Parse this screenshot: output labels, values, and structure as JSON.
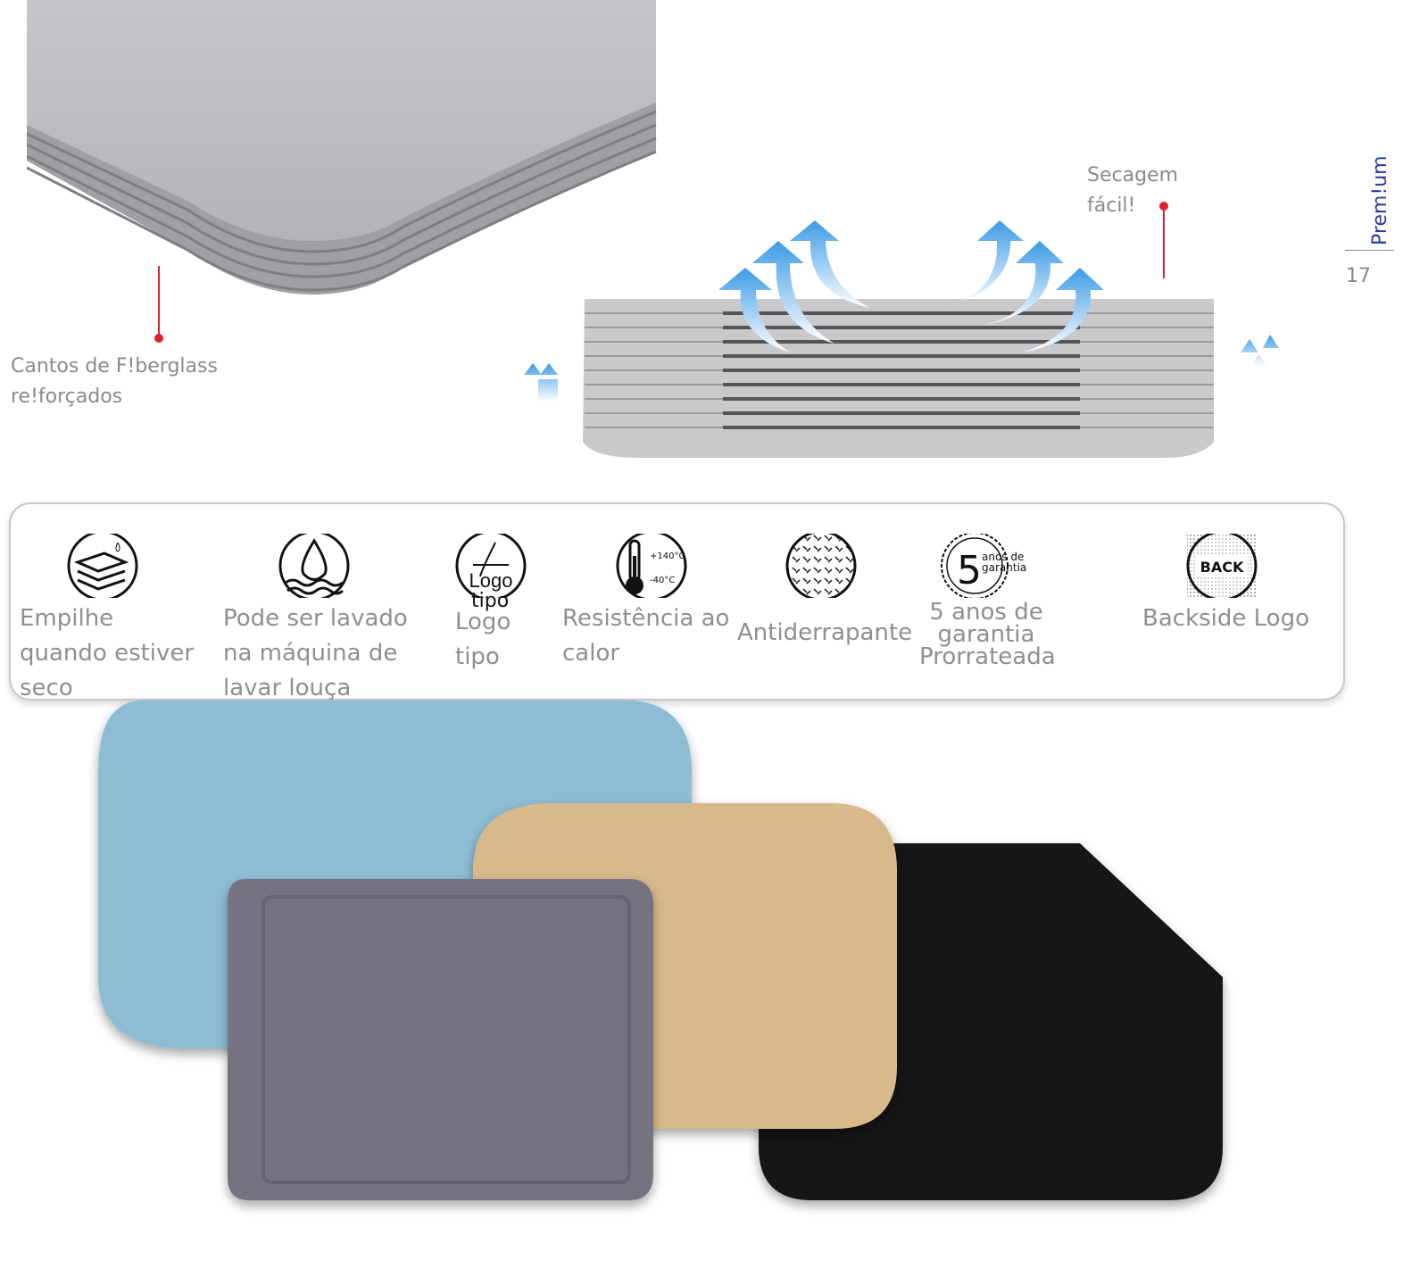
{
  "callouts": {
    "corners": "Cantos de F!berglass\nre!forçados",
    "drying": "Secagem\nfácil!"
  },
  "side": {
    "section": "Prem!um",
    "page_number": "17"
  },
  "features": [
    {
      "icon": "stack-dry-icon",
      "label": "Empilhe\nquando estiver\nseco"
    },
    {
      "icon": "dishwasher-icon",
      "label": "Pode ser lavado\nna máquina de\nlavar louça"
    },
    {
      "icon": "logo-icon",
      "label": "Logo\ntipo",
      "icon_text": "Logo",
      "icon_subtext": "tipo"
    },
    {
      "icon": "thermometer-icon",
      "label": "Resistência ao\ncalor",
      "icon_hot": "+140°C",
      "icon_cold": "-40°C"
    },
    {
      "icon": "non-slip-icon",
      "label": "Antiderrapante"
    },
    {
      "icon": "warranty-badge-icon",
      "label": "5 anos de\ngarantia\nProrrateada",
      "icon_number": "5",
      "icon_text": "anos de\ngarantia"
    },
    {
      "icon": "backside-logo-icon",
      "label": "Backside Logo",
      "icon_text": "BACK"
    }
  ],
  "tray_colors": {
    "blue": "#8dbcd4",
    "beige": "#d8b98a",
    "grey": "#75737f",
    "black": "#141414"
  }
}
